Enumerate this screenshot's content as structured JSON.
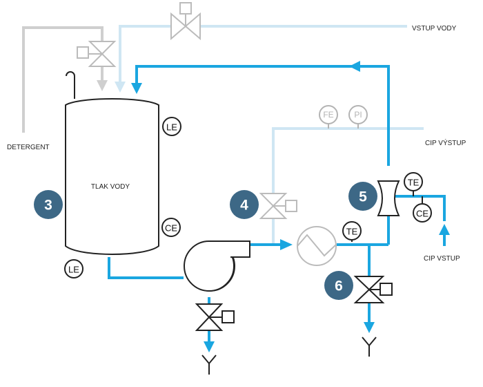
{
  "labels": {
    "water_inlet": "VSTUP VODY",
    "detergent": "DETERGENT",
    "cip_outlet": "CIP VÝSTUP",
    "cip_inlet": "CIP VSTUP",
    "tank": "TLAK VODY"
  },
  "instruments": {
    "tank_le_upper": "LE",
    "tank_ce": "CE",
    "tank_le_lower": "LE",
    "fe": "FE",
    "pi": "PI",
    "te_heater": "TE",
    "te_right": "TE",
    "ce_right": "CE"
  },
  "steps": {
    "tank": "3",
    "valve_bypass": "4",
    "flow_meter": "5",
    "drain_valve": "6"
  },
  "colors": {
    "process_blue": "#1aa6e0",
    "light_blue": "#cfe6f3",
    "grey_line": "#cfcfcf",
    "step_badge": "#3d6886",
    "outline": "#222222",
    "faded": "#b3b3b3"
  }
}
